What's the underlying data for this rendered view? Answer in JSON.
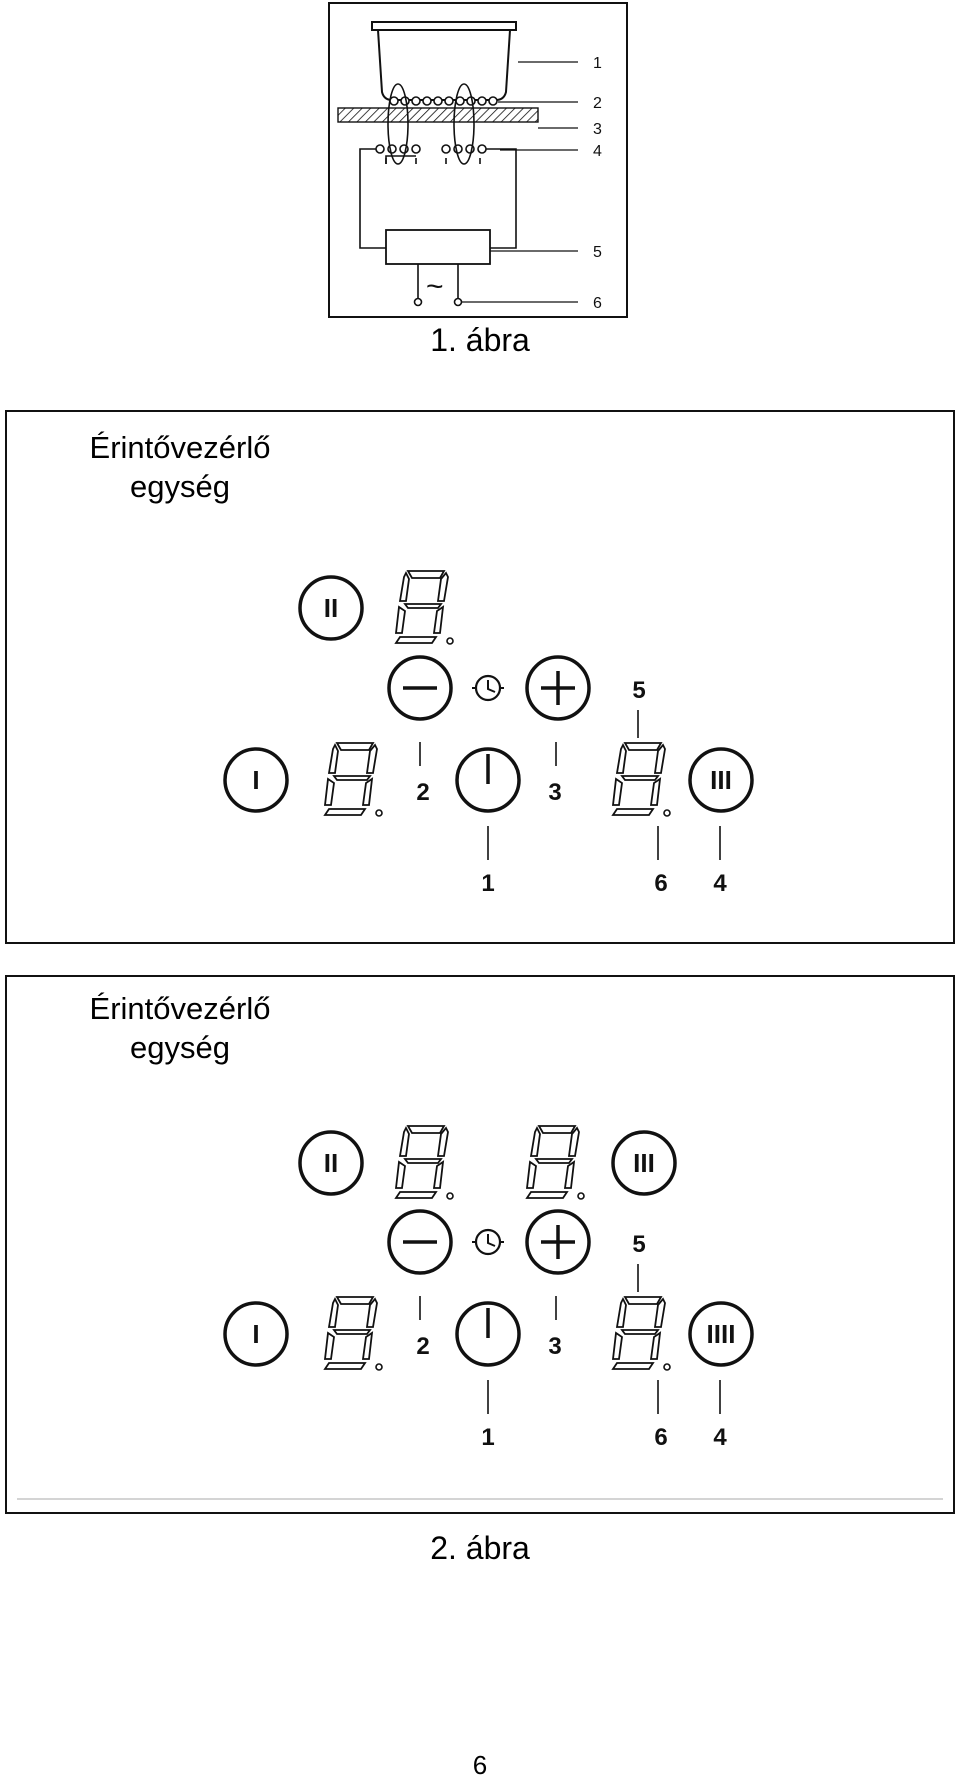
{
  "figure1": {
    "caption": "1. ábra",
    "labels": [
      "1",
      "2",
      "3",
      "4",
      "5",
      "6"
    ],
    "ac_symbol": "~"
  },
  "panel1": {
    "title_line1": "Érintővezérlő",
    "title_line2": "egység",
    "zone_buttons": [
      "I",
      "II",
      "III"
    ],
    "callouts": [
      "1",
      "2",
      "3",
      "4",
      "5",
      "6"
    ]
  },
  "panel2": {
    "title_line1": "Érintővezérlő",
    "title_line2": "egység",
    "zone_buttons": [
      "I",
      "II",
      "III",
      "IIII"
    ],
    "callouts": [
      "1",
      "2",
      "3",
      "4",
      "5",
      "6"
    ]
  },
  "figure2": {
    "caption": "2. ábra"
  },
  "page": {
    "number": "6"
  }
}
